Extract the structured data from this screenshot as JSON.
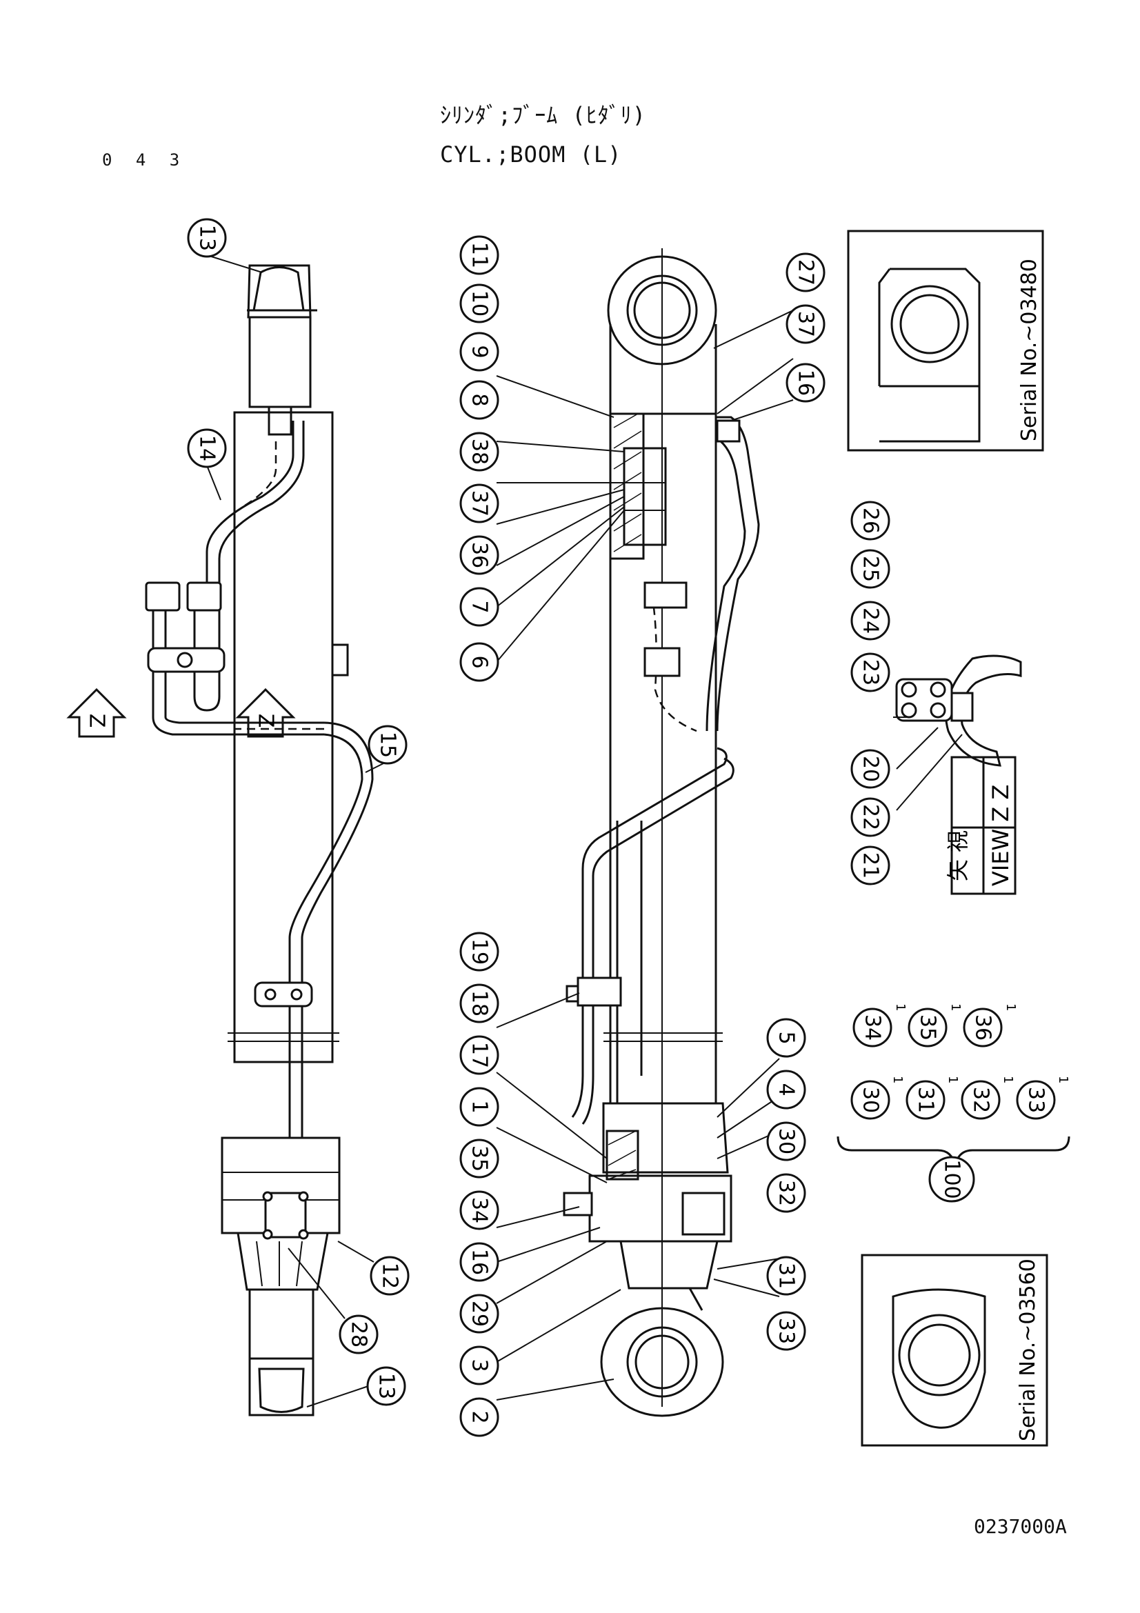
{
  "header": {
    "page_number": "0 4 3",
    "title_jp": "ｼﾘﾝﾀﾞ;ﾌﾞｰﾑ (ﾋﾀﾞﾘ)",
    "title_en": "CYL.;BOOM (L)"
  },
  "footer": {
    "doc_code": "0237000A"
  },
  "view_arrows": {
    "label": "Z"
  },
  "view_zz": {
    "label_jp": "矢 視",
    "label_en": "VIEW Z Z"
  },
  "serial_notes": {
    "top": "Serial No.~03480",
    "bottom": "Serial No.~03560"
  },
  "kit": {
    "number": "100"
  },
  "balloons": {
    "left_view": [
      "13",
      "14",
      "15",
      "12",
      "28",
      "13"
    ],
    "main_top": [
      "11",
      "10",
      "9",
      "8",
      "38",
      "37",
      "36",
      "7",
      "6"
    ],
    "main_right": [
      "27",
      "37",
      "16"
    ],
    "main_mid": [
      "19",
      "18",
      "17"
    ],
    "main_bottom": [
      "1",
      "35",
      "34",
      "16",
      "29",
      "3",
      "2",
      "5",
      "4",
      "30",
      "32",
      "31",
      "33"
    ],
    "view_zz": [
      "26",
      "25",
      "24",
      "23",
      "20",
      "22",
      "21"
    ],
    "kit_row1": [
      "34",
      "35",
      "36"
    ],
    "kit_row2": [
      "30",
      "31",
      "32",
      "33"
    ]
  },
  "kit_superscript": "1"
}
